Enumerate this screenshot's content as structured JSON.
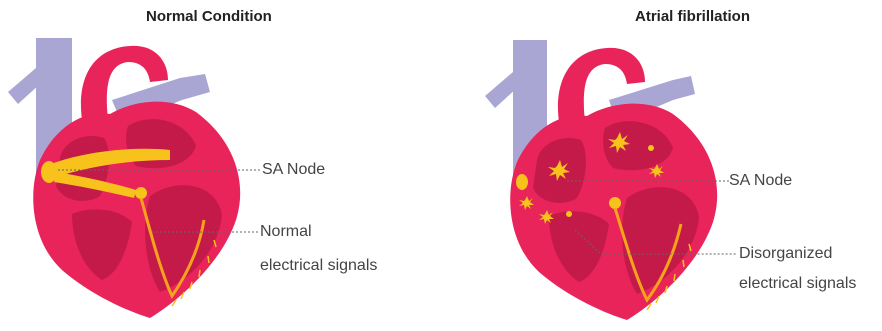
{
  "panels": [
    {
      "title": "Normal Condition",
      "labels": {
        "sa_node": "SA  Node",
        "signals_line1": "Normal",
        "signals_line2": "electrical signals"
      }
    },
    {
      "title": "Atrial fibrillation",
      "labels": {
        "sa_node": "SA  Node",
        "signals_line1": "Disorganized",
        "signals_line2": "electrical signals"
      }
    }
  ],
  "colors": {
    "heart_red": "#e8245a",
    "heart_dark": "#b81645",
    "vessel": "#a9a6d4",
    "signal": "#f7c21b",
    "line": "#666666"
  }
}
